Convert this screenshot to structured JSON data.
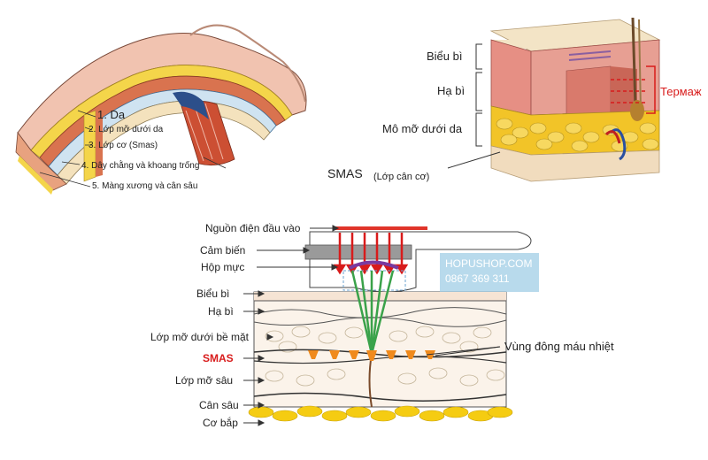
{
  "face_labels": {
    "l1": "1. Da",
    "l2": "2. Lớp mỡ dưới da",
    "l3": "3. Lớp cơ (Smas)",
    "l4": "4. Dây chằng và khoang trống",
    "l5": "5. Màng xương và cân sâu"
  },
  "block_labels": {
    "bieu_bi": "Biểu bì",
    "ha_bi": "Hạ bì",
    "mo_mo": "Mô mỡ dưới da",
    "smas": "SMAS",
    "smas_sub": "(Lớp cân cơ)",
    "termage": "Термаж"
  },
  "diagram_labels": {
    "nguon_dien": "Nguồn điện đầu vào",
    "cam_bien": "Cảm biến",
    "hop_muc": "Hộp mực",
    "bieu_bi": "Biểu bì",
    "ha_bi": "Hạ bì",
    "lop_mo": "Lớp mỡ dưới bề mặt",
    "smas": "SMAS",
    "lop_mo_sau": "Lớp mỡ sâu",
    "can_sau": "Cân sâu",
    "co_bap": "Cơ bắp",
    "vung_dong": "Vùng đông máu nhiệt"
  },
  "watermark": {
    "line1": "HOPUSHOP.COM",
    "line2": "0867 369 311"
  },
  "colors": {
    "skin": "#e59a8c",
    "fat": "#f3c63b",
    "muscle": "#d86a4c",
    "smas_red": "#d81b1b",
    "probe_red": "#e0342a",
    "beam_green": "#3aa24a",
    "coag_orange": "#f08a1c",
    "watermark": "#a0cde6"
  }
}
